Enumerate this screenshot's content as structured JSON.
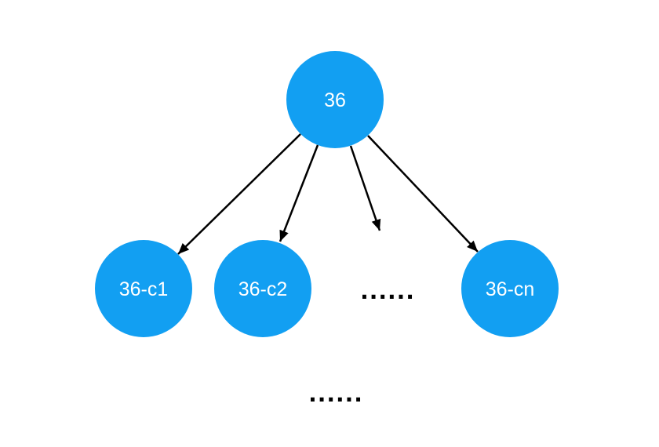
{
  "diagram": {
    "root": {
      "label": "36"
    },
    "children": [
      {
        "label": "36-c1"
      },
      {
        "label": "36-c2"
      },
      {
        "label": "36-cn"
      }
    ],
    "children_ellipsis": "......",
    "bottom_ellipsis": "......",
    "colors": {
      "node_fill": "#129FF2",
      "node_text": "#ffffff",
      "arrow": "#000000",
      "background": "#ffffff"
    }
  }
}
